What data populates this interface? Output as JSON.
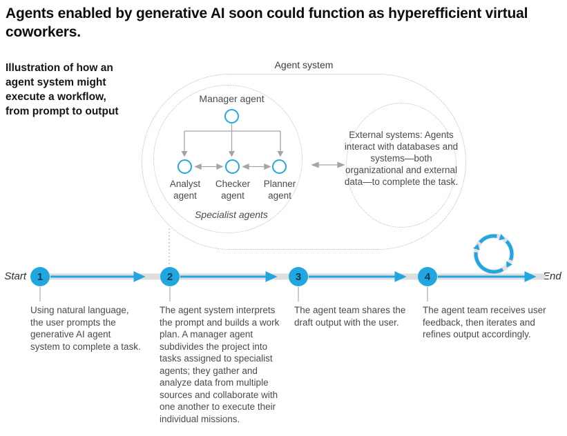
{
  "title": "Agents enabled by generative AI soon could function as hyperefficient virtual coworkers.",
  "subtitle": "Illustration of how an agent system might execute a workflow, from prompt to output",
  "diagram": {
    "system_label": "Agent system",
    "manager_label": "Manager agent",
    "specialists": [
      {
        "label": "Analyst agent"
      },
      {
        "label": "Checker agent"
      },
      {
        "label": "Planner agent"
      }
    ],
    "specialists_caption": "Specialist agents",
    "external_text": "External systems: Agents interact with databases and systems—both organizational and external data—to complete the task."
  },
  "timeline": {
    "start_label": "Start",
    "end_label": "End",
    "steps": [
      {
        "number": "1",
        "text": "Using natural language, the user prompts the generative AI agent system to complete a task."
      },
      {
        "number": "2",
        "text": "The agent system interprets the prompt and builds a work plan. A manager agent subdivides the project into tasks assigned to specialist agents; they gather and analyze data from multiple sources and collaborate with one another to execute their individual missions."
      },
      {
        "number": "3",
        "text": "The agent team shares the draft output with the user."
      },
      {
        "number": "4",
        "text": "The agent team receives user feedback, then iterates and refines output accordingly."
      }
    ]
  },
  "colors": {
    "accent_blue": "#21a6e0",
    "number_navy": "#0e3a52",
    "arrow_gray": "#a5a5a5",
    "band_gray": "#dedede",
    "dotted_gray": "#bcbcbc",
    "body_text": "#4a4a4a"
  }
}
